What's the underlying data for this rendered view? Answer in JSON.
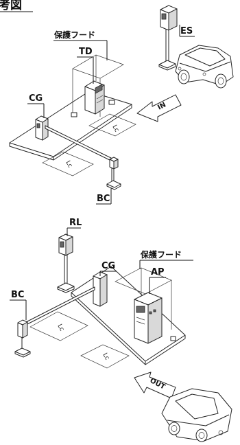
{
  "header": {
    "title": "考図"
  },
  "entrance": {
    "hood_label": "保護フード",
    "td_label": "TD",
    "es_label": "ES",
    "cg_label": "CG",
    "bc_label": "BC",
    "lc_label_1": "Lc",
    "lc_label_2": "Lc",
    "direction_label": "IN"
  },
  "exit": {
    "rl_label": "RL",
    "cg_label": "CG",
    "hood_label": "保護フード",
    "ap_label": "AP",
    "bc_label": "BC",
    "lc_label_1": "Lc",
    "lc_label_2": "Lc",
    "direction_label": "OUT"
  }
}
